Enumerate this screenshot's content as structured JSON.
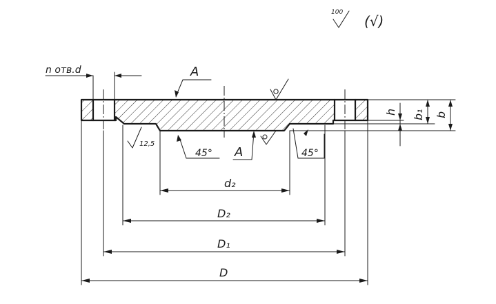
{
  "roughness": {
    "general_value": "100",
    "bracket_symbol": "(√)",
    "top_face_symbol": "√",
    "underside_value": "12,5",
    "recess_face_symbol": "√"
  },
  "labels": {
    "holes": "n отв.d",
    "section_top": "A",
    "section_bottom": "A",
    "chamfer_left": "45°",
    "chamfer_right": "45°"
  },
  "dimensions": {
    "d2": "d₂",
    "D2": "D₂",
    "D1": "D₁",
    "D": "D",
    "h": "h",
    "b1": "b₁",
    "b": "b"
  }
}
